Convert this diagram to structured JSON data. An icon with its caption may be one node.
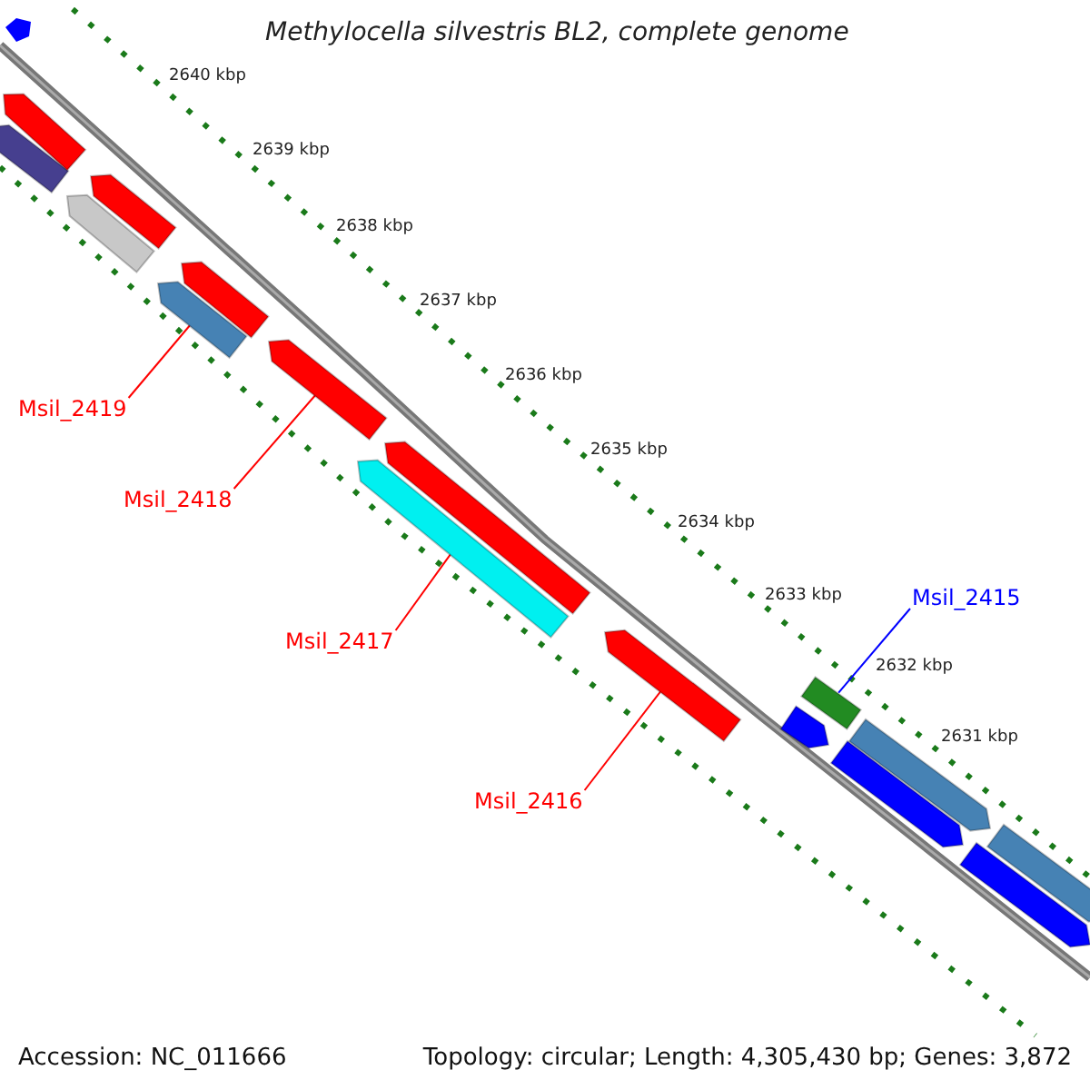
{
  "diagram": {
    "title": "Methylocella silvestris BL2, complete genome",
    "nodes": [
      {
        "text": [
          "Msil_2419"
        ]
      },
      {
        "text": [
          "Msil_2418"
        ]
      },
      {
        "text": [
          "Msil_2415"
        ]
      },
      {
        "text": [
          "Msil_2417"
        ]
      },
      {
        "text": [
          "Msil_2416"
        ]
      },
      {
        "text": [],
        "shape": "bar"
      },
      {
        "text": [],
        "shape": "bar"
      },
      {
        "text": [],
        "shape": "bar"
      },
      {
        "text": [],
        "shape": "bar"
      },
      {
        "text": [],
        "shape": "bar"
      },
      {
        "text": [],
        "shape": "bar"
      },
      {
        "text": [],
        "shape": "bar"
      },
      {
        "text": [],
        "shape": "bar"
      },
      {
        "text": [],
        "shape": "bar"
      },
      {
        "text": [],
        "shape": "bar"
      },
      {
        "text": [],
        "shape": "bar"
      },
      {
        "text": [],
        "shape": "bar"
      },
      {
        "text": [],
        "shape": "bar"
      },
      {
        "text": [],
        "shape": "bar"
      },
      {
        "text": [],
        "shape": "bar"
      },
      {
        "text": [],
        "shape": "bar"
      },
      {
        "text": [],
        "shape": "bar"
      }
    ],
    "edges": [
      {
        "from": 0,
        "to": 10,
        "arrow": "none"
      },
      {
        "from": 1,
        "to": 12,
        "arrow": "none"
      },
      {
        "from": 2,
        "to": 17,
        "arrow": "none",
        "color": "#0000ff"
      },
      {
        "from": 3,
        "to": 13,
        "arrow": "none"
      },
      {
        "from": 4,
        "to": 15,
        "arrow": "none"
      }
    ],
    "labels": [
      "2640 kbp",
      "2639 kbp",
      "2638 kbp",
      "2637 kbp",
      "2636 kbp",
      "2635 kbp",
      "2634 kbp",
      "2633 kbp",
      "2632 kbp",
      "2631 kbp",
      "Accession: NC_011666",
      "Topology: circular; Length: 4,305,430 bp; Genes: 3,872"
    ]
  }
}
